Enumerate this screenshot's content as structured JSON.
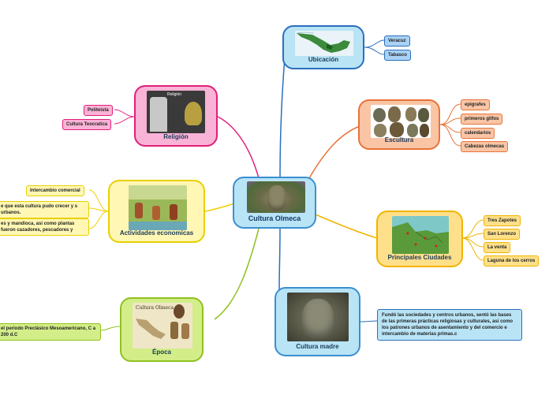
{
  "center": {
    "title": "Cultura Olmeca"
  },
  "ubicacion": {
    "title": "Ubicación",
    "items": [
      "Veracuz",
      "Tabasco"
    ]
  },
  "escultura": {
    "title": "Escultura",
    "items": [
      "epigrafes",
      "primeros glifos",
      "calendarios",
      "Cabezas olmecas"
    ]
  },
  "ciudades": {
    "title": "Principales Ciudades",
    "items": [
      "Tres Zapotes",
      "San Lorenzo",
      "La venta",
      "Laguna de los cerros"
    ]
  },
  "madre": {
    "title": "Cultura madre",
    "text": "Fundó las sociedades y centros urbanos, sentó las bases de las primeras prácticas religiosas y culturales, así como los patrones urbanos de asentamiento y del comercio e intercambio de materias primas.c"
  },
  "religion": {
    "title": "Religión",
    "image_caption": "Religión",
    "items": [
      "Politeista",
      "Cultura Teocratica"
    ]
  },
  "actividades": {
    "title": "Actividades economicas",
    "items": [
      "Intercambio comercial",
      "e que esta cultura pudo crecer y s urbanos.",
      "es y mandioca, asi como plantas fueron cazadores, pescadores y"
    ]
  },
  "epoca": {
    "title": "Época",
    "image_caption": "Cultura Olmeca",
    "text": "el periodo Preclásico Mesoamericano, C a 200 d.C"
  }
}
